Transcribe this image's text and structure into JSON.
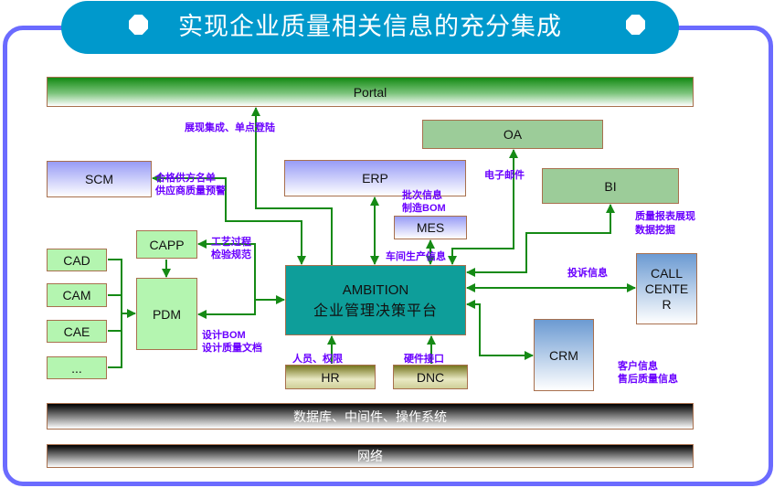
{
  "title": "实现企业质量相关信息的充分集成",
  "layers": {
    "portal": "Portal",
    "database": "数据库、中间件、操作系统",
    "network": "网络"
  },
  "systems": {
    "oa": "OA",
    "scm": "SCM",
    "erp": "ERP",
    "bi": "BI",
    "mes": "MES",
    "capp": "CAPP",
    "pdm": "PDM",
    "cad": "CAD",
    "cam": "CAM",
    "cae": "CAE",
    "other": "...",
    "ambition": {
      "name": "AMBITION",
      "subtitle": "企业管理决策平台"
    },
    "call_center": {
      "line1": "CALL",
      "line2": "CENTE",
      "line3": "R"
    },
    "crm": "CRM",
    "hr": "HR",
    "dnc": "DNC"
  },
  "flows": {
    "portal": "展现集成、单点登陆",
    "scm_line1": "合格供方名单",
    "scm_line2": "供应商质量预警",
    "oa": "电子邮件",
    "erp_line1": "批次信息",
    "erp_line2": "制造BOM",
    "mes": "车间生产信息",
    "capp_line1": "工艺过程",
    "capp_line2": "检验规范",
    "pdm_line1": "设计BOM",
    "pdm_line2": "设计质量文档",
    "bi_line1": "质量报表展现",
    "bi_line2": "数据挖掘",
    "call_center": "投诉信息",
    "hr": "人员、权限",
    "dnc": "硬件接口",
    "crm_line1": "客户信息",
    "crm_line2": "售后质量信息"
  },
  "colors": {
    "frame": "#6b6bff",
    "title_pill": "#0099cc",
    "connector": "#158a15",
    "flow_label": "#6a00ff",
    "ambition": "#0e9e9a"
  }
}
